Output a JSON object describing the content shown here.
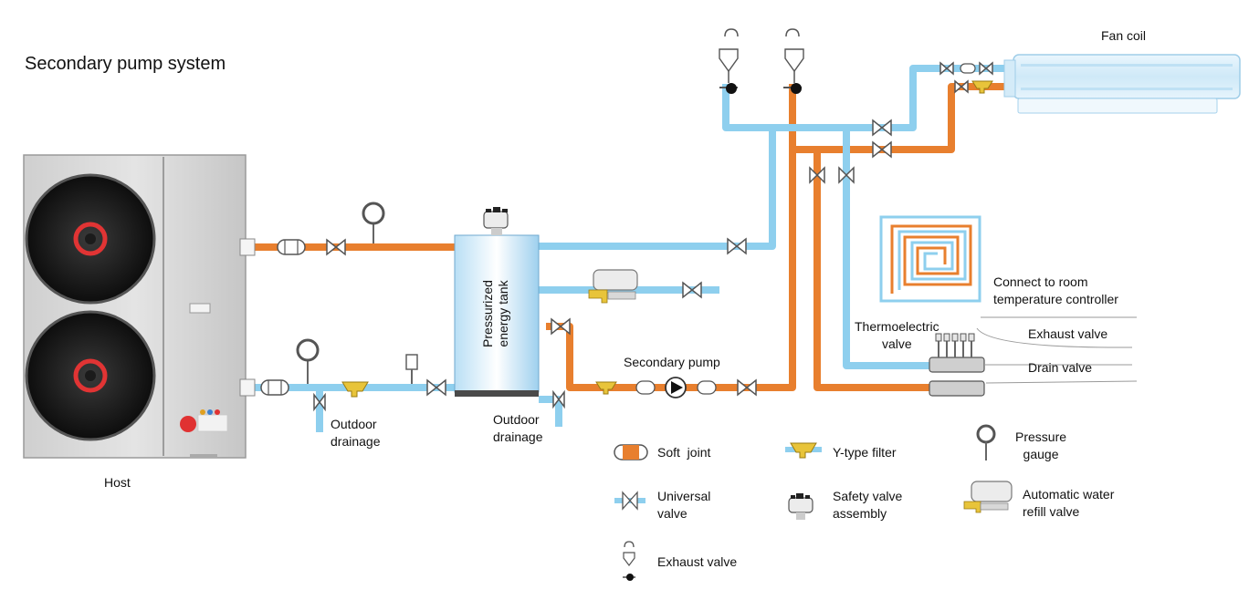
{
  "title": "Secondary pump system",
  "labels": {
    "host": "Host",
    "fan_coil": "Fan coil",
    "tank": "Pressurized\nenergy tank",
    "outdoor_drainage_1": "Outdoor\ndrainage",
    "outdoor_drainage_2": "Outdoor\ndrainage",
    "secondary_pump": "Secondary pump",
    "connect_controller": "Connect to room\ntemperature controller",
    "thermoelectric_valve": "Thermoelectric\nvalve",
    "exhaust_valve_manifold": "Exhaust valve",
    "drain_valve": "Drain valve"
  },
  "legend": {
    "soft_joint": "Soft  joint",
    "universal_valve": "Universal\nvalve",
    "exhaust_valve": "Exhaust valve",
    "y_filter": "Y-type filter",
    "safety_valve": "Safety valve\nassembly",
    "pressure_gauge": "Pressure\ngauge",
    "auto_refill": "Automatic water\nrefill valve"
  },
  "colors": {
    "hot_pipe": "#e87f2e",
    "cold_pipe": "#8ecfee",
    "host_body": "#d4d4d4",
    "filter_yellow": "#e8c43a",
    "tank_fill": "#dff0fb"
  }
}
